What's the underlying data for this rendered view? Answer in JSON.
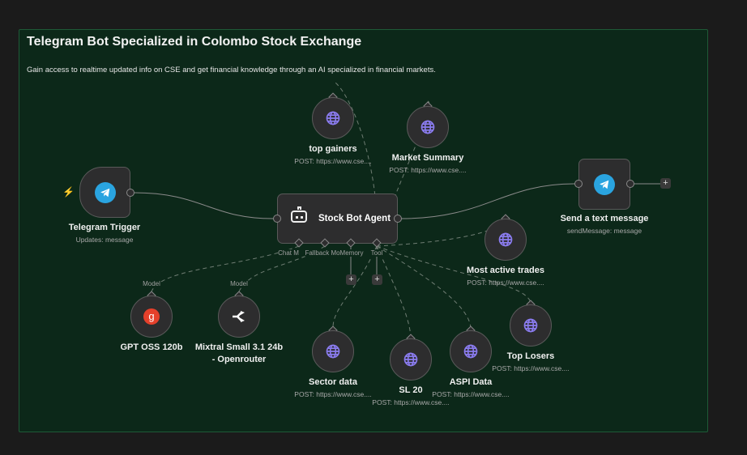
{
  "sticky": {
    "title": "Telegram Bot Specialized in Colombo Stock Exchange",
    "description": "Gain access to realtime updated info on CSE and get financial knowledge through an AI specialized in financial markets."
  },
  "nodes": {
    "trigger": {
      "label": "Telegram Trigger",
      "sub": "Updates: message",
      "icon": "telegram-icon"
    },
    "agent": {
      "label": "Stock Bot Agent",
      "icon": "robot-icon",
      "ports": [
        "Chat M",
        "Fallback Mo",
        "Memory",
        "Tool"
      ]
    },
    "send": {
      "label": "Send a text message",
      "sub": "sendMessage: message",
      "icon": "telegram-icon"
    },
    "gpt": {
      "label": "GPT OSS 120b",
      "port": "Model"
    },
    "mixtral": {
      "label1": "Mixtral Small 3.1 24b",
      "label2": "- Openrouter",
      "port": "Model"
    },
    "gainers": {
      "label": "top gainers",
      "sub": "POST: https://www.cse...."
    },
    "market": {
      "label": "Market Summary",
      "sub": "POST: https://www.cse...."
    },
    "active": {
      "label": "Most active trades",
      "sub": "POST: https://www.cse...."
    },
    "losers": {
      "label": "Top Losers",
      "sub": "POST: https://www.cse...."
    },
    "sector": {
      "label": "Sector data",
      "sub": "POST: https://www.cse...."
    },
    "sl20": {
      "label": "SL 20",
      "sub": "POST: https://www.cse...."
    },
    "aspi": {
      "label": "ASPI Data",
      "sub": "POST: https://www.cse...."
    }
  },
  "plus": "+",
  "colors": {
    "canvas": "#1b1b1b",
    "sticky": "#0c2819",
    "globe": "#8b7cf0",
    "telegram": "#2aa4e0",
    "trigger_bolt": "#e5533d",
    "gpt_icon": "#e5402b"
  }
}
